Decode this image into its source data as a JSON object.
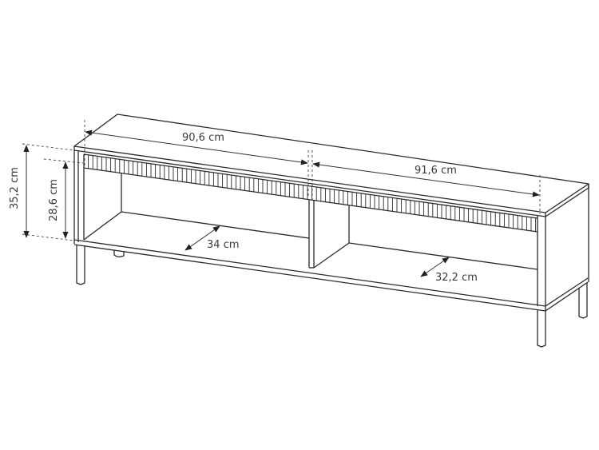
{
  "drawing": {
    "subject": "TV stand with fluted front rail, two open compartments and metal legs",
    "units": "cm",
    "dimensions": {
      "left_compartment_width": "90,6 cm",
      "right_compartment_width": "91,6 cm",
      "total_height_body": "35,2 cm",
      "inner_opening_height": "28,6 cm",
      "left_compartment_depth": "34 cm",
      "right_compartment_depth": "32,2 cm"
    },
    "colors": {
      "line": "#2b2b2b",
      "label": "#3a3a3a",
      "background": "#ffffff"
    }
  }
}
